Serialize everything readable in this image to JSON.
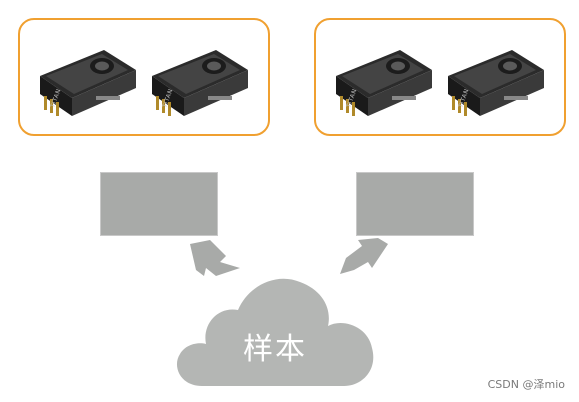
{
  "diagram": {
    "cloud": {
      "label": "样本"
    },
    "gpu_cards": [
      {
        "brand": "TITAN"
      },
      {
        "brand": "TITAN"
      },
      {
        "brand": "TITAN"
      },
      {
        "brand": "TITAN"
      }
    ],
    "colors": {
      "group_border": "#f0a030",
      "worker_fill": "#a8aaa8",
      "cloud_fill": "#b4b6b4",
      "arrow_fill": "#a8aaa8"
    }
  },
  "watermark": "CSDN @泽mio"
}
